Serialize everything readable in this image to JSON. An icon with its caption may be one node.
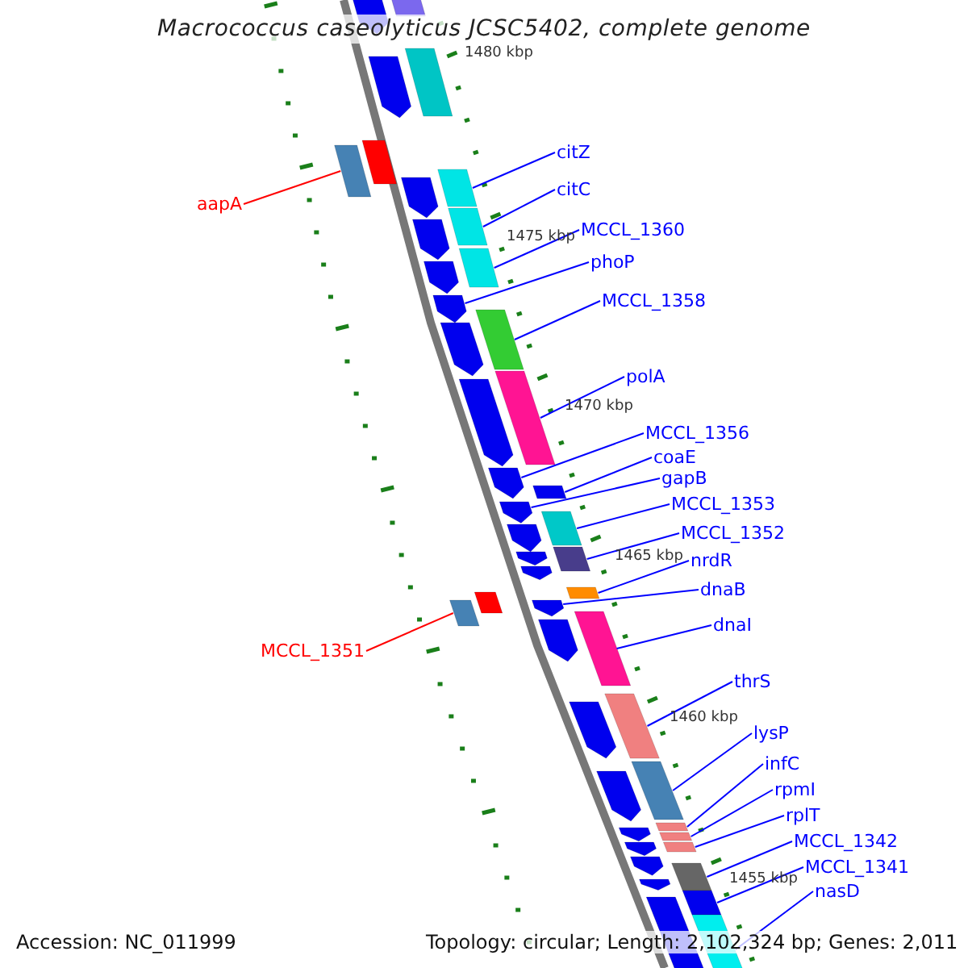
{
  "diagram": {
    "title": "Macrococcus caseolyticus JCSC5402, complete genome",
    "nodes": [
      {
        "text": [
          "citZ"
        ]
      },
      {
        "text": [
          "citC"
        ]
      },
      {
        "text": [
          "aapA"
        ]
      },
      {
        "text": [
          "MCCL_1360"
        ]
      },
      {
        "text": [
          "phoP"
        ]
      },
      {
        "text": [
          "MCCL_1358"
        ]
      },
      {
        "text": [
          "polA"
        ]
      },
      {
        "text": [
          "MCCL_1356"
        ]
      },
      {
        "text": [
          "coaE"
        ]
      },
      {
        "text": [
          "gapB"
        ]
      },
      {
        "text": [
          "MCCL_1353"
        ]
      },
      {
        "text": [
          "MCCL_1352"
        ]
      },
      {
        "text": [
          "nrdR"
        ]
      },
      {
        "text": [
          "dnaB"
        ]
      },
      {
        "text": [
          "dnaI"
        ]
      },
      {
        "text": [
          "MCCL_1351"
        ]
      },
      {
        "text": [
          "thrS"
        ]
      },
      {
        "text": [
          "lysP"
        ]
      },
      {
        "text": [
          "infC"
        ]
      },
      {
        "text": [
          "rpmI"
        ]
      },
      {
        "text": [
          "rplT"
        ]
      },
      {
        "text": [
          "MCCL_1342"
        ]
      },
      {
        "text": [
          "MCCL_1341"
        ]
      },
      {
        "text": [
          "nasD"
        ]
      },
      {
        "text": [],
        "shape": "pentagon"
      },
      {
        "text": [],
        "shape": "box"
      },
      {
        "text": [],
        "shape": "box"
      },
      {
        "text": [],
        "shape": "pentagon"
      },
      {
        "text": [],
        "shape": "box"
      },
      {
        "text": [],
        "shape": "box"
      },
      {
        "text": [],
        "shape": "box"
      },
      {
        "text": [],
        "shape": "pentagon"
      },
      {
        "text": [],
        "shape": "box"
      },
      {
        "text": [],
        "shape": "pentagon"
      },
      {
        "text": [],
        "shape": "box"
      },
      {
        "text": [],
        "shape": "pentagon"
      },
      {
        "text": [],
        "shape": "pentagon"
      },
      {
        "text": [],
        "shape": "box"
      },
      {
        "text": [],
        "shape": "pentagon"
      },
      {
        "text": [],
        "shape": "box"
      },
      {
        "text": [],
        "shape": "pentagon"
      },
      {
        "text": [],
        "shape": "pentagon"
      },
      {
        "text": [],
        "shape": "box"
      },
      {
        "text": [],
        "shape": "pentagon"
      },
      {
        "text": [],
        "shape": "box"
      },
      {
        "text": [],
        "shape": "pentagon"
      },
      {
        "text": [],
        "shape": "box"
      },
      {
        "text": [],
        "shape": "pentagon"
      },
      {
        "text": [],
        "shape": "pentagon"
      },
      {
        "text": [],
        "shape": "box"
      },
      {
        "text": [],
        "shape": "box"
      },
      {
        "text": [],
        "shape": "box"
      },
      {
        "text": [],
        "shape": "pentagon"
      },
      {
        "text": [],
        "shape": "box"
      },
      {
        "text": [],
        "shape": "pentagon"
      },
      {
        "text": [],
        "shape": "box"
      },
      {
        "text": [],
        "shape": "pentagon"
      },
      {
        "text": [],
        "shape": "box"
      },
      {
        "text": [],
        "shape": "pentagon"
      },
      {
        "text": [],
        "shape": "box"
      },
      {
        "text": [],
        "shape": "pentagon"
      },
      {
        "text": [],
        "shape": "box"
      },
      {
        "text": [],
        "shape": "pentagon"
      },
      {
        "text": [],
        "shape": "box"
      },
      {
        "text": [],
        "shape": "pentagon"
      },
      {
        "text": [],
        "shape": "box"
      },
      {
        "text": [],
        "shape": "pentagon"
      },
      {
        "text": [],
        "shape": "box"
      },
      {
        "text": [],
        "shape": "pentagon"
      },
      {
        "text": [],
        "shape": "box"
      }
    ],
    "edges": [
      {
        "from": 0,
        "to": 30,
        "arrow": "none"
      },
      {
        "from": 1,
        "to": 32,
        "arrow": "none"
      },
      {
        "from": 2,
        "to": 29,
        "arrow": "none",
        "color": "#ff0000"
      },
      {
        "from": 3,
        "to": 34,
        "arrow": "none"
      },
      {
        "from": 4,
        "to": 36,
        "arrow": "none"
      },
      {
        "from": 5,
        "to": 37,
        "arrow": "none"
      },
      {
        "from": 6,
        "to": 39,
        "arrow": "none"
      },
      {
        "from": 7,
        "to": 41,
        "arrow": "none"
      },
      {
        "from": 8,
        "to": 42,
        "arrow": "none"
      },
      {
        "from": 9,
        "to": 43,
        "arrow": "none"
      },
      {
        "from": 10,
        "to": 44,
        "arrow": "none"
      },
      {
        "from": 11,
        "to": 46,
        "arrow": "none"
      },
      {
        "from": 12,
        "to": 49,
        "arrow": "none"
      },
      {
        "from": 13,
        "to": 52,
        "arrow": "none"
      },
      {
        "from": 14,
        "to": 53,
        "arrow": "none"
      },
      {
        "from": 15,
        "to": 51,
        "arrow": "none",
        "color": "#ff0000"
      },
      {
        "from": 16,
        "to": 55,
        "arrow": "none"
      },
      {
        "from": 17,
        "to": 57,
        "arrow": "none"
      },
      {
        "from": 18,
        "to": 59,
        "arrow": "none"
      },
      {
        "from": 19,
        "to": 61,
        "arrow": "none"
      },
      {
        "from": 20,
        "to": 63,
        "arrow": "none"
      },
      {
        "from": 21,
        "to": 65,
        "arrow": "none"
      },
      {
        "from": 22,
        "to": 67,
        "arrow": "none"
      },
      {
        "from": 23,
        "to": 69,
        "arrow": "none"
      }
    ],
    "labels": [
      "1480 kbp",
      "1475 kbp",
      "1470 kbp",
      "1465 kbp",
      "1460 kbp",
      "1455 kbp",
      "Accession: NC_011999",
      "Topology: circular; Length: 2,102,324 bp; Genes: 2,011"
    ]
  }
}
